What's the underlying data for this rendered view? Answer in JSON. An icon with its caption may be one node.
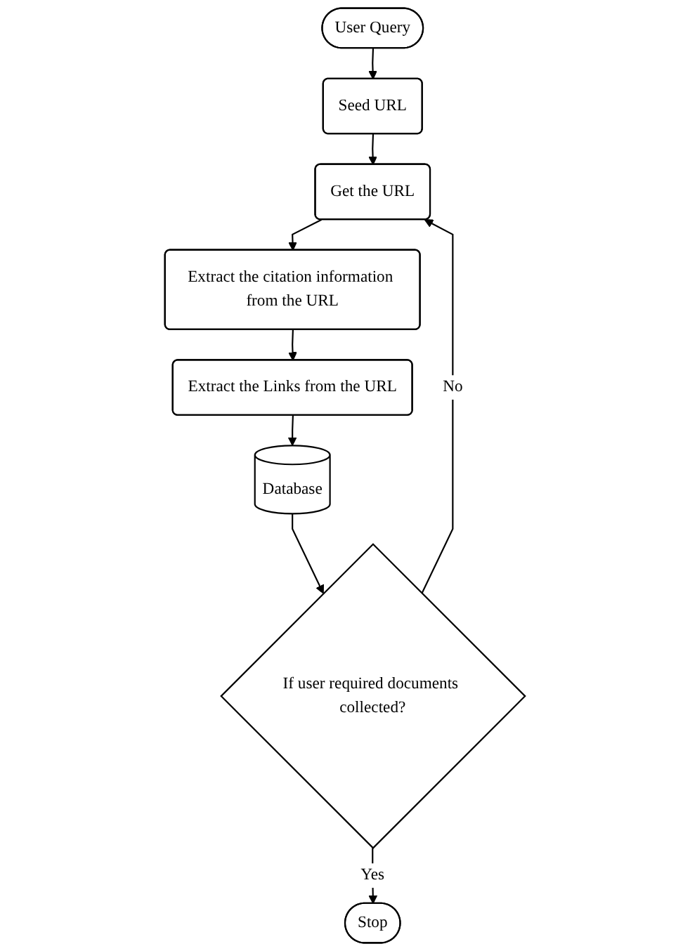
{
  "diagram": {
    "nodes": [
      {
        "text": [
          "User Query"
        ]
      },
      {
        "text": [
          "Seed URL"
        ]
      },
      {
        "text": [
          "Get the URL"
        ]
      },
      {
        "text": [
          "Extract the citation information from the URL"
        ]
      },
      {
        "text": [
          "Extract the Links from the URL"
        ]
      },
      {
        "text": [
          "Database"
        ]
      },
      {
        "text": [
          "If user required documents collected?"
        ]
      },
      {
        "text": [
          "Stop"
        ]
      }
    ],
    "edges": [
      {
        "from": 0,
        "to": 1,
        "arrow": "to"
      },
      {
        "from": 1,
        "to": 2,
        "arrow": "to"
      },
      {
        "from": 2,
        "to": 3,
        "arrow": "to"
      },
      {
        "from": 3,
        "to": 4,
        "arrow": "to"
      },
      {
        "from": 4,
        "to": 5,
        "arrow": "to"
      },
      {
        "from": 5,
        "to": 6,
        "arrow": "to"
      },
      {
        "from": 6,
        "to": 7,
        "arrow": "to",
        "label": "Yes"
      },
      {
        "from": 6,
        "to": 2,
        "arrow": "to",
        "label": "No"
      }
    ]
  }
}
